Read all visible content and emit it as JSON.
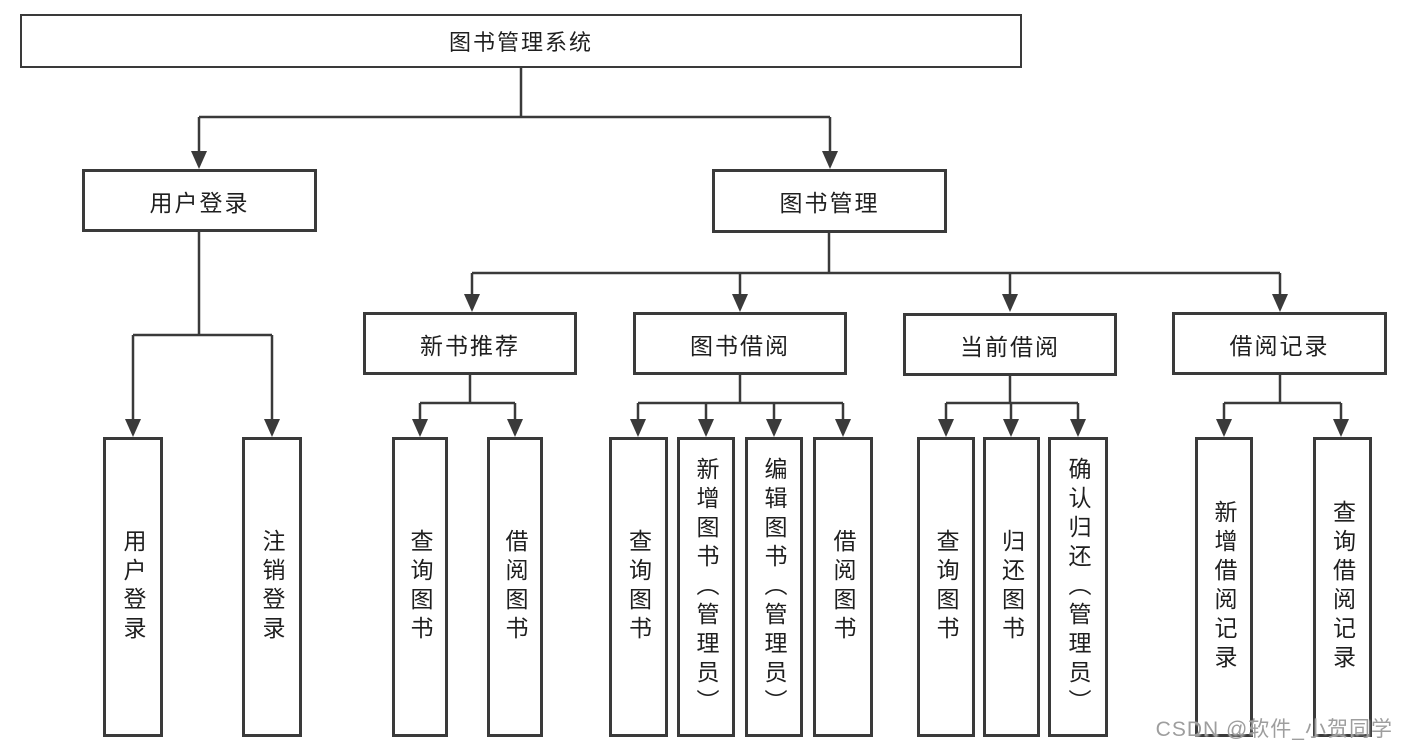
{
  "colors": {
    "line": "#3a3a3a",
    "text": "#1f1f1f",
    "box_background": "#ffffff",
    "watermark_gray": "#9e9e9e"
  },
  "watermark": "CSDN @软件_小贺同学",
  "tree": {
    "root": "图书管理系统",
    "user_login": {
      "label": "用户登录",
      "children": [
        "用户登录",
        "注销登录"
      ]
    },
    "book_mgmt": {
      "label": "图书管理",
      "sections": {
        "new_books": {
          "label": "新书推荐",
          "children": [
            "查询图书",
            "借阅图书"
          ]
        },
        "borrowing": {
          "label": "图书借阅",
          "children": [
            "查询图书",
            "新增图书（管理员）",
            "编辑图书（管理员）",
            "借阅图书"
          ]
        },
        "current": {
          "label": "当前借阅",
          "children": [
            "查询图书",
            "归还图书",
            "确认归还（管理员）"
          ]
        },
        "records": {
          "label": "借阅记录",
          "children": [
            "新增借阅记录",
            "查询借阅记录"
          ]
        }
      }
    }
  }
}
